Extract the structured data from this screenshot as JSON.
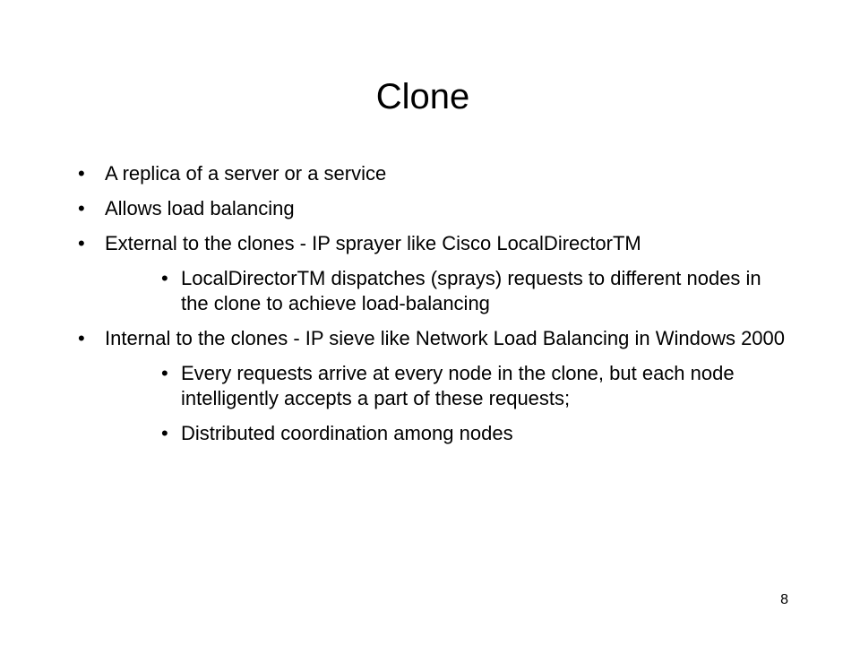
{
  "slide": {
    "title": "Clone",
    "bullets": [
      {
        "level": 1,
        "marker": "•",
        "text": "A replica of a server or a service"
      },
      {
        "level": 1,
        "marker": "•",
        "text": "Allows load balancing"
      },
      {
        "level": 1,
        "marker": "•",
        "text": "External to the clones - IP sprayer like Cisco LocalDirectorTM"
      },
      {
        "level": 2,
        "marker": "•",
        "text": "LocalDirectorTM dispatches (sprays) requests to different nodes in the clone to achieve load-balancing"
      },
      {
        "level": 1,
        "marker": "•",
        "text": "Internal to the clones - IP sieve like Network Load Balancing in Windows 2000"
      },
      {
        "level": 2,
        "marker": "•",
        "text": "Every requests arrive at every node in the clone, but each node intelligently accepts a part of these requests;"
      },
      {
        "level": 2,
        "marker": "•",
        "text": "Distributed coordination among nodes"
      }
    ],
    "page_number": "8"
  }
}
